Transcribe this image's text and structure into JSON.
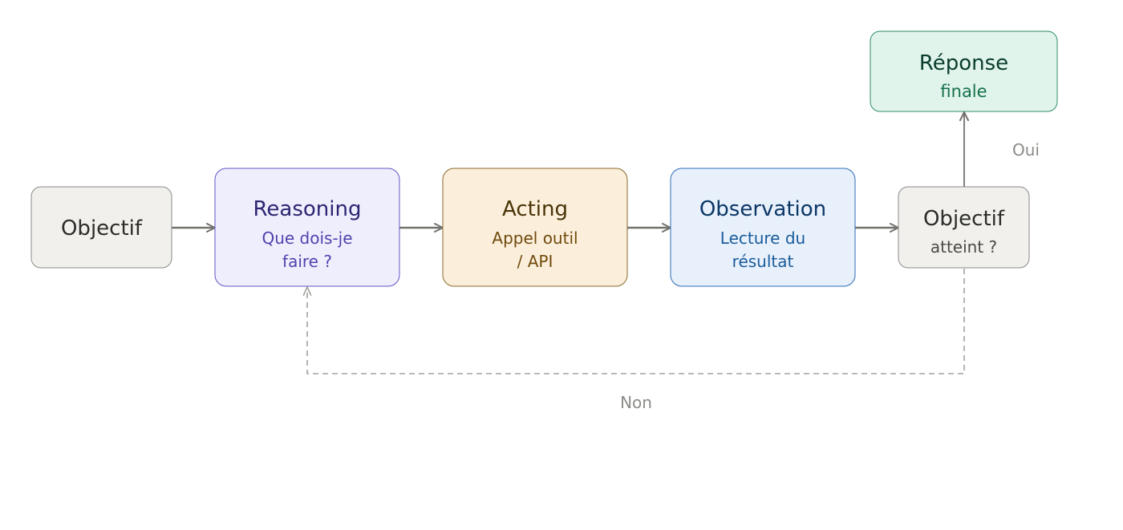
{
  "nodes": {
    "objective": {
      "title": "Objectif",
      "fill": "#f1f0ec",
      "stroke": "#8a8a86",
      "text_color": "#2c2c2a"
    },
    "reasoning": {
      "title": "Reasoning",
      "line1": "Que dois-je",
      "line2": "faire ?",
      "fill": "#efeefd",
      "stroke": "#6256c4",
      "title_color": "#2c2672",
      "sub_color": "#4e43ad"
    },
    "acting": {
      "title": "Acting",
      "line1": "Appel outil",
      "line2": "/ API",
      "fill": "#fbefdc",
      "stroke": "#8a6a2c",
      "title_color": "#4a3306",
      "sub_color": "#704a0c"
    },
    "observation": {
      "title": "Observation",
      "line1": "Lecture du",
      "line2": "résultat",
      "fill": "#e7f0fb",
      "stroke": "#2e6cb8",
      "title_color": "#0c3766",
      "sub_color": "#1a5b9a"
    },
    "decision": {
      "title": "Objectif",
      "line1": "atteint ?",
      "fill": "#f1f0ec",
      "stroke": "#8a8a86",
      "text_color": "#2c2c2a",
      "sub_color": "#4a4a46"
    },
    "final": {
      "title": "Réponse",
      "line1": "finale",
      "fill": "#e0f4ec",
      "stroke": "#2f8e64",
      "title_color": "#0a3d2c",
      "sub_color": "#16704a"
    }
  },
  "edges": {
    "yes_label": "Oui",
    "no_label": "Non",
    "arrow_color": "#73726d",
    "dashed_color": "#a3a29e",
    "label_color": "#8c8b87"
  }
}
